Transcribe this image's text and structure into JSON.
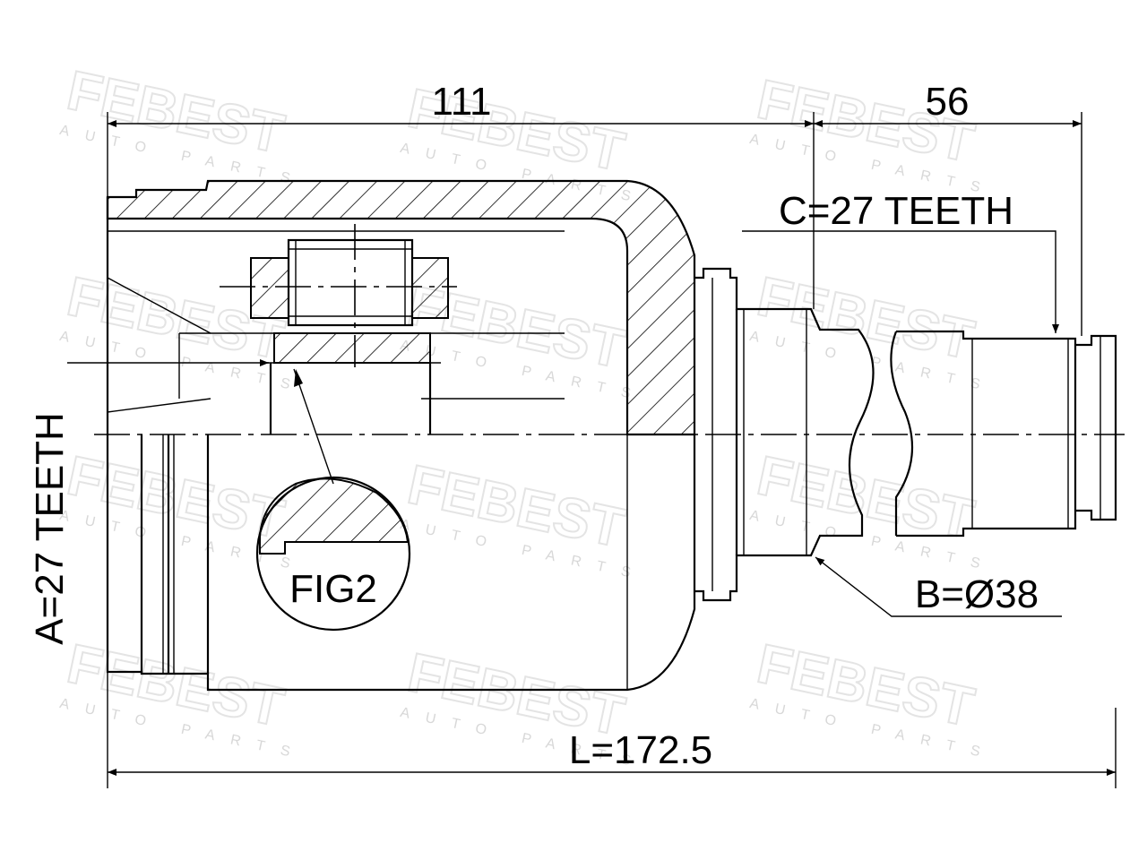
{
  "watermark": {
    "brand": "FEBEST",
    "sub": "AUTO PARTS"
  },
  "dimensions": {
    "top_left": "111",
    "top_right": "56",
    "spline_c": "C=27 TEETH",
    "spline_a": "A=27 TEETH",
    "diameter_b": "B=Ø38",
    "length_l": "L=172.5"
  },
  "detail_label": "FIG2"
}
